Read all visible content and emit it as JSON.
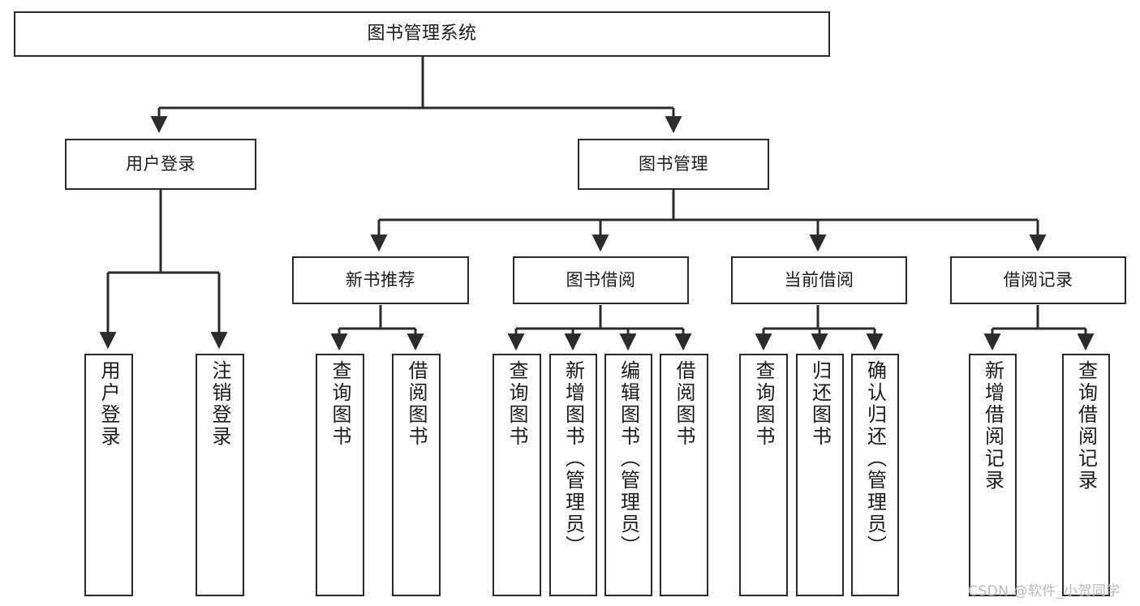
{
  "diagram": {
    "title": "图书管理系统",
    "type": "tree-hierarchy-chart",
    "watermark": "CSDN @软件_小贺同学",
    "colors": {
      "box_border": "#2b2b2b",
      "box_fill": "#ffffff",
      "connector": "#2b2b2b",
      "text": "#1b1b1b",
      "watermark": "#b9b9b9"
    }
  },
  "root": {
    "label": "图书管理系统"
  },
  "level2": [
    {
      "label": "用户登录"
    },
    {
      "label": "图书管理"
    }
  ],
  "level3": [
    {
      "label": "新书推荐"
    },
    {
      "label": "图书借阅"
    },
    {
      "label": "当前借阅"
    },
    {
      "label": "借阅记录"
    }
  ],
  "leaves": {
    "user_login": [
      {
        "label": "用户登录"
      },
      {
        "label": "注销登录"
      }
    ],
    "new_book_recommend": [
      {
        "label": "查询图书"
      },
      {
        "label": "借阅图书"
      }
    ],
    "book_borrow": [
      {
        "label": "查询图书"
      },
      {
        "label": "新增图书（管理员）"
      },
      {
        "label": "编辑图书（管理员）"
      },
      {
        "label": "借阅图书"
      }
    ],
    "current_borrow": [
      {
        "label": "查询图书"
      },
      {
        "label": "归还图书"
      },
      {
        "label": "确认归还（管理员）"
      }
    ],
    "borrow_record": [
      {
        "label": "新增借阅记录"
      },
      {
        "label": "查询借阅记录"
      }
    ]
  }
}
